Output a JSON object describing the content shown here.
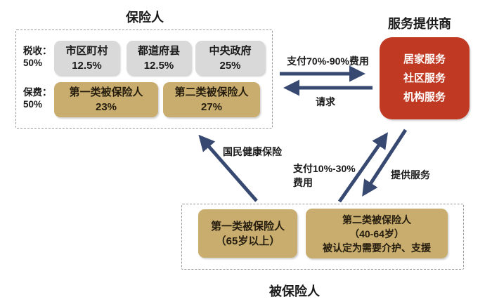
{
  "colors": {
    "arrow_navy": "#374970",
    "provider_red": "#c03a23",
    "insured_tan": "#c9ad6e",
    "tax_gray": "#d9d9d9",
    "dash_border": "#9a9a9a"
  },
  "insurer": {
    "title": "保险人",
    "tax_label": "税收：",
    "tax_value": "50%",
    "premium_label": "保费：",
    "premium_value": "50%",
    "tax_boxes": [
      {
        "name": "市区町村",
        "value": "12.5%"
      },
      {
        "name": "都道府县",
        "value": "12.5%"
      },
      {
        "name": "中央政府",
        "value": "25%"
      }
    ],
    "premium_boxes": [
      {
        "name": "第一类被保险人",
        "value": "23%"
      },
      {
        "name": "第二类被保险人",
        "value": "27%"
      }
    ]
  },
  "provider": {
    "title": "服务提供商",
    "services": [
      "居家服务",
      "社区服务",
      "机构服务"
    ]
  },
  "insured": {
    "title": "被保险人",
    "box1": {
      "line1": "第一类被保险人",
      "line2": "（65岁以上）"
    },
    "box2": {
      "line1": "第二类被保险人",
      "line2": "（40-64岁）",
      "line3": "被认定为需要介护、支援"
    }
  },
  "arrows": {
    "pay_70_90": "支付70%-90%费用",
    "request": "请求",
    "national_health_insurance": "国民健康保险",
    "pay_10_30_line1": "支付10%-30%",
    "pay_10_30_line2": "费用",
    "provide_service": "提供服务"
  }
}
